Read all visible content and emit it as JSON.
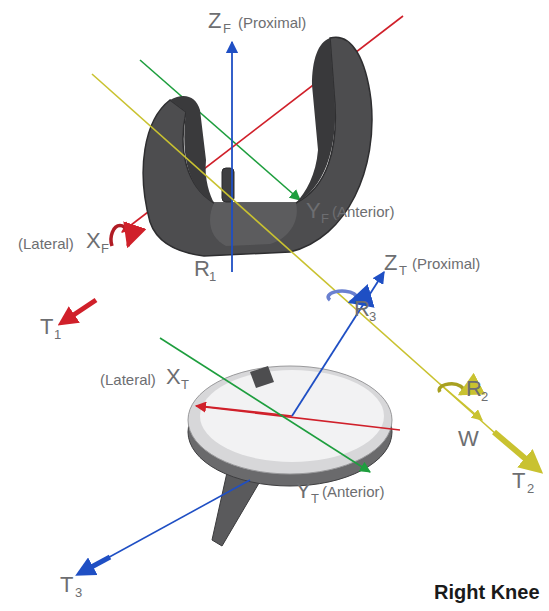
{
  "diagram": {
    "labels": [
      "Z",
      "F",
      "(Proximal)",
      "Y",
      "F",
      "(Anterior)",
      "(Lateral)",
      "X",
      "F",
      "R",
      "1",
      "T",
      "1",
      "Z",
      "T",
      "(Proximal)",
      "R",
      "3",
      "(Lateral)",
      "X",
      "T",
      "R",
      "2",
      "W",
      "T",
      "2",
      "Y",
      "T",
      "(Anterior)",
      "T",
      "3",
      "Right Knee"
    ]
  }
}
